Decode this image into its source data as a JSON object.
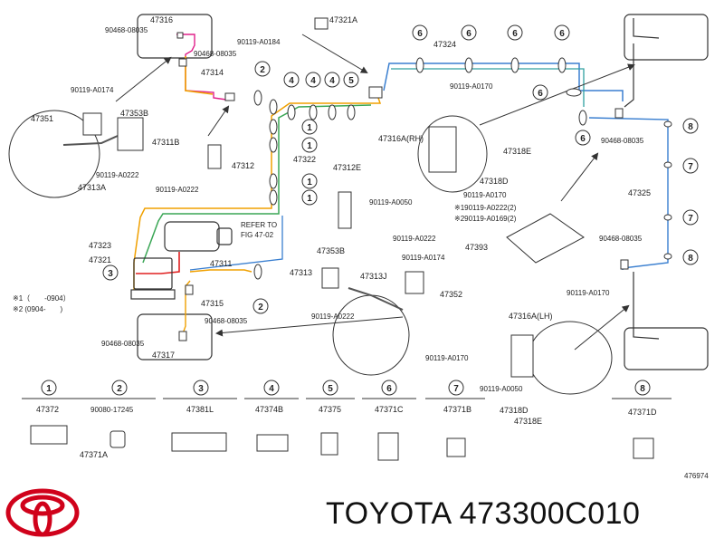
{
  "brand": {
    "logo": "toyota-emblem-icon",
    "title": "TOYOTA 473300C010"
  },
  "figure_ref": "476974",
  "note": {
    "line1": "※1（　　-0904）",
    "line2": "※2 (0904-　　)"
  },
  "refer": {
    "line1": "REFER TO",
    "line2": "FIG 47-02"
  },
  "labels": {
    "p47316": "47316",
    "p90468a": "90468-08035",
    "p90119_0184": "90119-A0184",
    "p47321A": "47321A",
    "p90468b": "90468-08035",
    "p47314": "47314",
    "p90119_0174a": "90119-A0174",
    "p47351": "47351",
    "p47353B": "47353B",
    "p47311B": "47311B",
    "p47313A": "47313A",
    "p90119_0222a": "90119-A0222",
    "p90119_0222b": "90119-A0222",
    "p47312": "47312",
    "p47322": "47322",
    "p47324": "47324",
    "p90119_0170a": "90119-A0170",
    "p47316RH": "47316A(RH)",
    "p47318E": "47318E",
    "p47318D": "47318D",
    "p90119_0170b": "90119-A0170",
    "p90119_0050a": "90119-A0050",
    "p190119": "※190119-A0222(2)",
    "p290119": "※290119-A0169(2)",
    "p90468c": "90468-08035",
    "p47325": "47325",
    "p47312E": "47312E",
    "p90119_0222c": "90119-A0222",
    "p47393": "47393",
    "p47323": "47323",
    "p47321": "47321",
    "p47311": "47311",
    "p47313": "47313",
    "p47353B2": "47353B",
    "p90119_0174b": "90119-A0174",
    "p47313J": "47313J",
    "p47352": "47352",
    "p47315": "47315",
    "p90468d": "90468-08035",
    "p90119_0222d": "90119-A0222",
    "p90468e": "90468-08035",
    "p47317": "47317",
    "p90468f": "90468-08035",
    "p90119_0170c": "90119-A0170",
    "p47316LH": "47316A(LH)",
    "p90119_0170d": "90119-A0170",
    "p90119_0050b": "90119-A0050",
    "p47318D2": "47318D",
    "p47318E2": "47318E"
  },
  "callouts": {
    "c1": "1",
    "c2": "2",
    "c3": "3",
    "c4": "4",
    "c5": "5",
    "c6": "6",
    "c7": "7",
    "c8": "8"
  },
  "legend": [
    {
      "num": "1",
      "parts": [
        "47372",
        "47371A"
      ]
    },
    {
      "num": "2",
      "parts": [
        "90080-17245"
      ]
    },
    {
      "num": "3",
      "parts": [
        "47381L"
      ]
    },
    {
      "num": "4",
      "parts": [
        "47374B"
      ]
    },
    {
      "num": "5",
      "parts": [
        "47375"
      ]
    },
    {
      "num": "6",
      "parts": [
        "47371C"
      ]
    },
    {
      "num": "7",
      "parts": [
        "47371B"
      ]
    },
    {
      "num": "8",
      "parts": [
        "47371D"
      ]
    }
  ],
  "colors": {
    "line_orange": "#f0a000",
    "line_green": "#3aa655",
    "line_blue": "#3a7fd0",
    "line_red": "#e02020",
    "line_pink": "#e0208a",
    "line_teal": "#30a0a0",
    "logo_red": "#d0021b"
  }
}
